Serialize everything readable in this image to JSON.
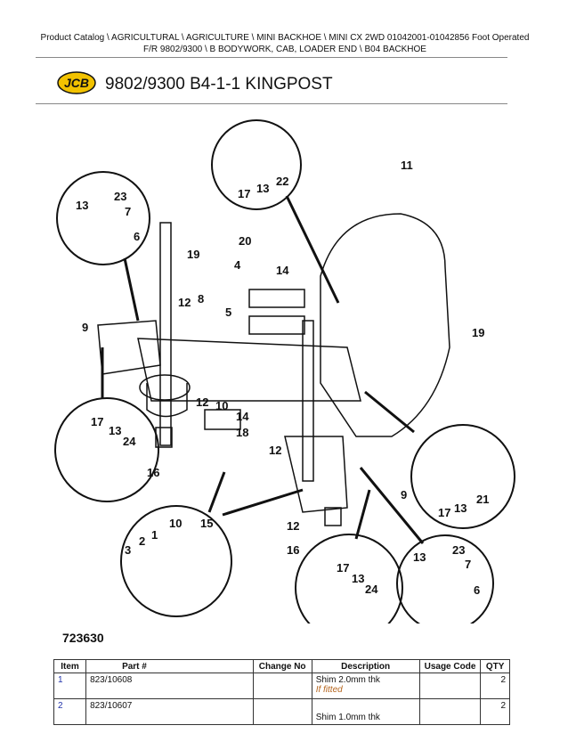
{
  "breadcrumb": {
    "line1": "Product Catalog  \\  AGRICULTURAL  \\  AGRICULTURE  \\  MINI BACKHOE  \\  MINI CX 2WD 01042001-01042856 Foot Operated",
    "line2": "F/R 9802/9300  \\  B BODYWORK, CAB, LOADER END  \\  B04 BACKHOE"
  },
  "logo_text": "JCB",
  "page_title": "9802/9300 B4-1-1 KINGPOST",
  "figure_number": "723630",
  "callouts": [
    "11",
    "22",
    "17",
    "13",
    "23",
    "13",
    "7",
    "6",
    "20",
    "19",
    "4",
    "14",
    "5",
    "12",
    "8",
    "9",
    "19",
    "17",
    "13",
    "24",
    "12",
    "10",
    "14",
    "18",
    "12",
    "16",
    "21",
    "17",
    "13",
    "9",
    "12",
    "10",
    "15",
    "2",
    "1",
    "3",
    "16",
    "13",
    "23",
    "7",
    "17",
    "13",
    "24",
    "6"
  ],
  "table": {
    "headers": [
      "Item",
      "Part #",
      "Change No",
      "Description",
      "Usage Code",
      "QTY"
    ],
    "rows": [
      {
        "item": "1",
        "part": "823/10608",
        "change": "",
        "desc": "Shim 2.0mm thk",
        "note": "If fitted",
        "usage": "",
        "qty": "2"
      },
      {
        "item": "2",
        "part": "823/10607",
        "change": "",
        "desc": "Shim 1.0mm thk",
        "note": "",
        "usage": "",
        "qty": "2"
      }
    ]
  }
}
